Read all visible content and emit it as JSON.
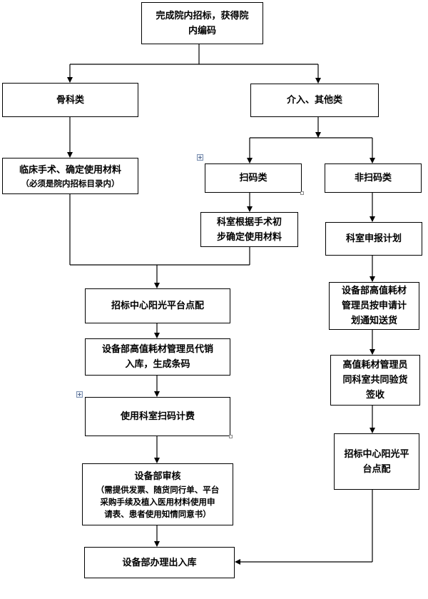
{
  "nodes": {
    "start": [
      "完成院内招标，获得院",
      "内编码"
    ],
    "ortho": "骨科类",
    "interv": "介入、其他类",
    "clinical": "临床手术、确定使用材料",
    "clinical_note": "（必须是院内招标目录内）",
    "scan": "扫码类",
    "nonscan": "非扫码类",
    "dept_confirm": [
      "科室根据手术初",
      "步确定使用材料"
    ],
    "dept_plan": "科室申报计划",
    "sunshine_left": "招标中心阳光平台点配",
    "mgr_notify": [
      "设备部高值耗材",
      "管理员按申请计",
      "划通知送货"
    ],
    "consign": [
      "设备部高值耗材管理员代销",
      "入库，生成条码"
    ],
    "accept": [
      "高值耗材管理员",
      "同科室共同验货",
      "签收"
    ],
    "billing": "使用科室扫码计费",
    "sunshine_right": [
      "招标中心阳光平",
      "台点配"
    ],
    "audit": "设备部审核",
    "audit_note": [
      "（需提供发票、随货同行单、平台",
      "采购手续及植入医用材料使用申",
      "请表、患者使用知情同意书）"
    ],
    "final": "设备部办理出入库"
  },
  "icons": {
    "move_handle": "move-handle-icon",
    "resize_handle": "resize-handle-icon"
  }
}
